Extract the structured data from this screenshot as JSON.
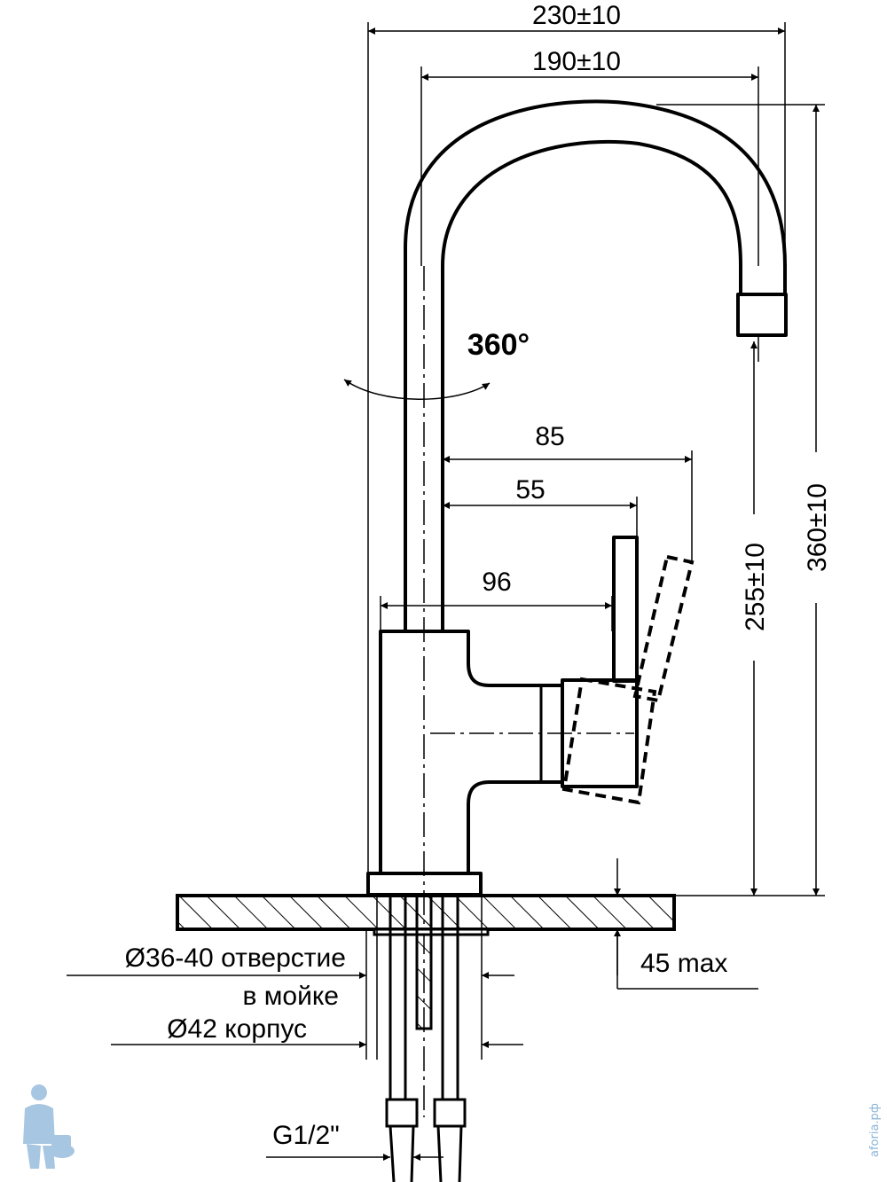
{
  "dimensions": {
    "overall_reach": "230±10",
    "spout_reach": "190±10",
    "handle_reach_outer": "85",
    "handle_reach_inner": "55",
    "body_to_handle": "96",
    "spout_height": "255±10",
    "overall_height": "360±10",
    "swivel": "360°",
    "max_counter_thickness": "45 max",
    "thread": "G1/2\""
  },
  "notes": {
    "hole_line1": "Ø36-40 отверстие",
    "hole_line2": "в мойке",
    "body_diameter": "Ø42 корпус"
  },
  "watermark": {
    "text": "aforia.рф",
    "icon": "plumber-mascot-icon"
  },
  "colors": {
    "line": "#000000",
    "watermark": "#8ab4d8"
  }
}
